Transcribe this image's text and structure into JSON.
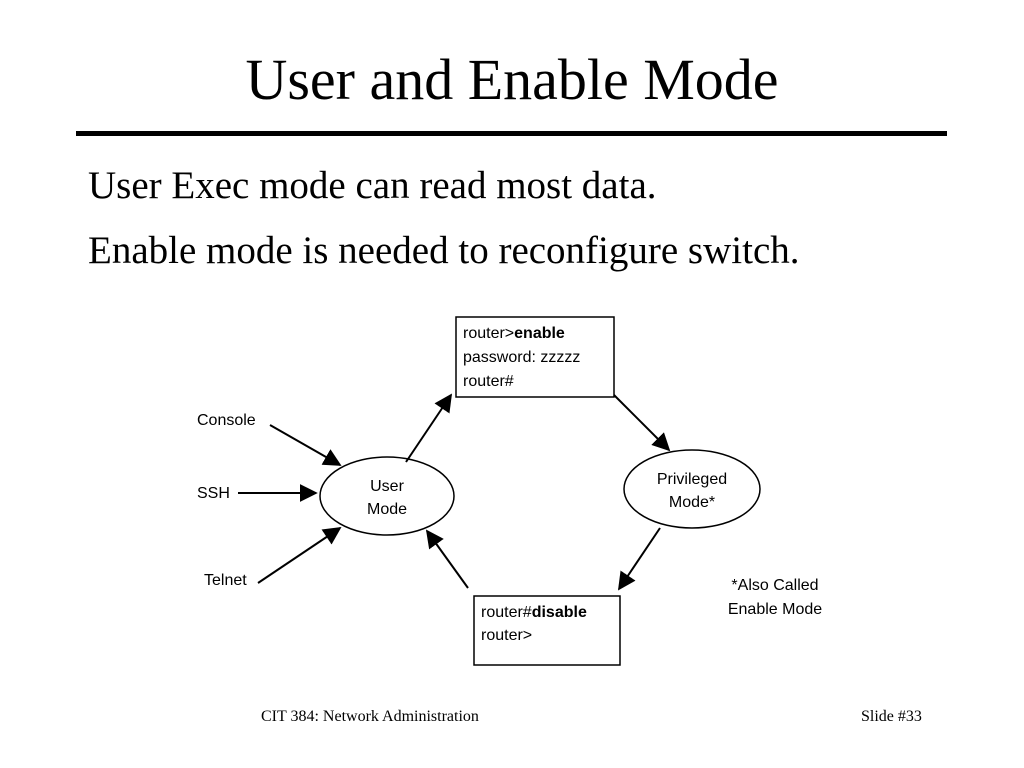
{
  "title": "User and Enable Mode",
  "bullets": [
    "User Exec mode can read most data.",
    "Enable mode is needed to reconfigure switch."
  ],
  "diagram": {
    "access_methods": [
      "Console",
      "SSH",
      "Telnet"
    ],
    "user_mode": [
      "User",
      "Mode"
    ],
    "privileged_mode": [
      "Privileged",
      "Mode*"
    ],
    "enable_box": {
      "line1_prefix": "router>",
      "line1_command": "enable",
      "line2": "password: zzzzz",
      "line3": "router#"
    },
    "disable_box": {
      "line1_prefix": "router#",
      "line1_command": "disable",
      "line2": "router>"
    },
    "note": [
      "*Also Called",
      "Enable Mode"
    ]
  },
  "footer": {
    "course": "CIT 384: Network Administration",
    "slide": "Slide #33"
  }
}
